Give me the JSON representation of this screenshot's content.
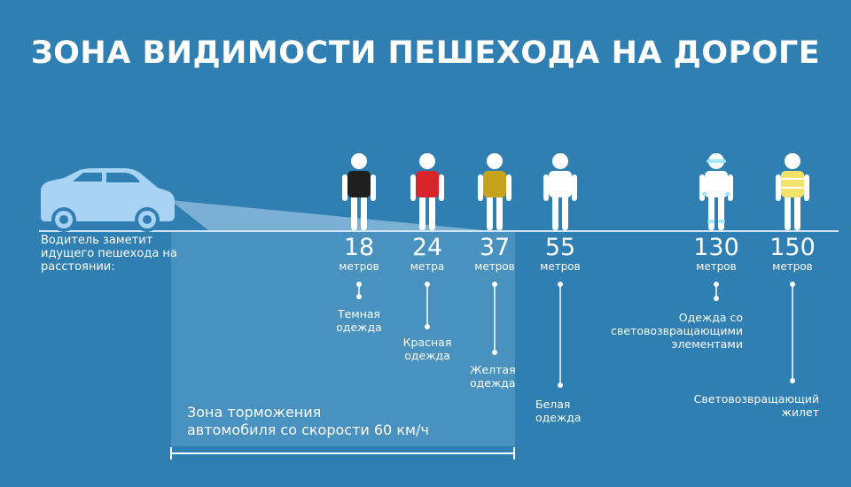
{
  "title": "ЗОНА ВИДИМОСТИ ПЕШЕХОДА НА ДОРОГЕ",
  "driver_note": "Водитель заметит идущего пешехода на расстоянии:",
  "braking_zone": {
    "line1": "Зона торможения",
    "line2": "автомобиля со скорости 60 км/ч"
  },
  "pedestrians": [
    {
      "value": "18",
      "unit": "метров",
      "clothing": [
        "Темная",
        "одежда"
      ],
      "shirt_color": "#1f1f1f"
    },
    {
      "value": "24",
      "unit": "метра",
      "clothing": [
        "Красная",
        "одежда"
      ],
      "shirt_color": "#d9242b"
    },
    {
      "value": "37",
      "unit": "метров",
      "clothing": [
        "Желтая",
        "одежда"
      ],
      "shirt_color": "#c7a21d"
    },
    {
      "value": "55",
      "unit": "метров",
      "clothing": [
        "Белая",
        "одежда"
      ],
      "shirt_color": "#ffffff"
    },
    {
      "value": "130",
      "unit": "метров",
      "clothing": [
        "Одежда со",
        "световозвращающими",
        "элементами"
      ],
      "shirt_color": "#ffffff"
    },
    {
      "value": "150",
      "unit": "метров",
      "clothing": [
        "Световозвращающий",
        "жилет"
      ],
      "shirt_color": "#f3e36a"
    }
  ],
  "colors": {
    "background": "#2f7fb2",
    "car": "#a9d3f5",
    "zone": "#6aa9cf",
    "reflective_glow": "#9fe6ff"
  }
}
